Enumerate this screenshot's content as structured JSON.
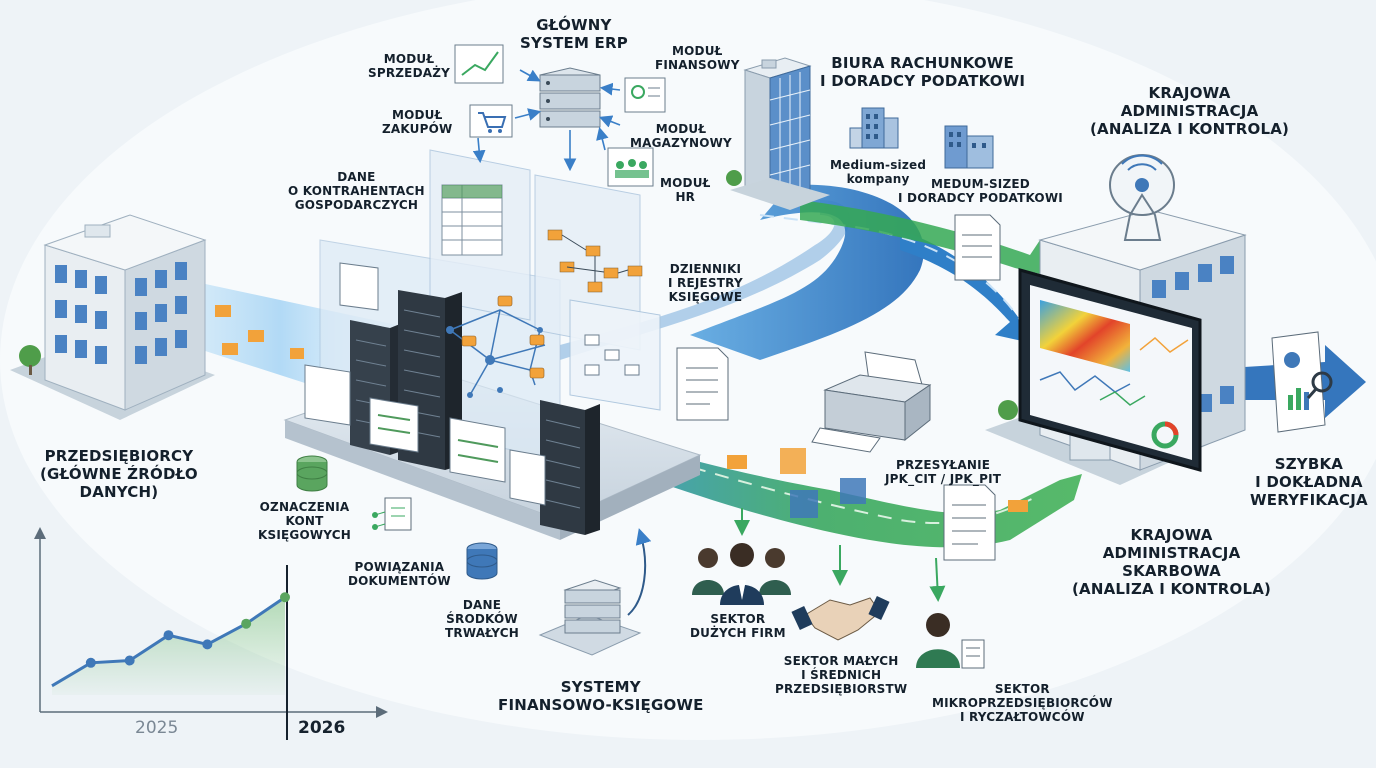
{
  "labels": {
    "erp": [
      "GŁÓWNY",
      "SYSTEM ERP"
    ],
    "sales": [
      "MODUŁ",
      "SPRZEDAŻY"
    ],
    "finance": [
      "MODUŁ",
      "FINANSOWY"
    ],
    "purchases": [
      "MODUŁ",
      "ZAKUPÓW"
    ],
    "warehouse": [
      "MODUŁ",
      "MAGAZYNOWY"
    ],
    "hr": [
      "MODUŁ",
      "HR"
    ],
    "contractors": [
      "DANE",
      "O KONTRAHENTACH",
      "GOSPODARCZYCH"
    ],
    "journals": [
      "DZIENNIKI",
      "I REJESTRY",
      "KSIĘGOWE"
    ],
    "offices": [
      "BIURA RACHUNKOWE",
      "I DORADCY PODATKOWI"
    ],
    "medium_company": [
      "Medium-sized",
      "kompany"
    ],
    "medium_advisors": [
      "MEDUM-SIZED",
      "I DORADCY PODATKOWI"
    ],
    "admin_top": [
      "KRAJOWA",
      "ADMINISTRACJA",
      "(ANALIZA I KONTROLA)"
    ],
    "entrepreneurs": [
      "PRZEDSIĘBIORCY",
      "(GŁÓWNE ŹRÓDŁO",
      "DANYCH)"
    ],
    "account_marks": [
      "OZNACZENIA",
      "KONT",
      "KSIĘGOWYCH"
    ],
    "doc_links": [
      "POWIĄZANIA",
      "DOKUMENTÓW"
    ],
    "fixed_assets": [
      "DANE",
      "ŚRODKÓW",
      "TRWAŁYCH"
    ],
    "fin_systems": [
      "SYSTEMY",
      "FINANSOWO-KSIĘGOWE"
    ],
    "sending": [
      "PRZESYŁANIE",
      "JPK_CIT / JPK_PIT"
    ],
    "verification": [
      "SZYBKA",
      "I DOKŁADNA",
      "WERYFIKACJA"
    ],
    "tax_admin": [
      "KRAJOWA",
      "ADMINISTRACJA",
      "SKARBOWA",
      "(ANALIZA I KONTROLA)"
    ],
    "big_firms": [
      "SEKTOR",
      "DUŻYCH FIRM"
    ],
    "sme": [
      "SEKTOR MAŁYCH",
      "I ŚREDNICH",
      "PRZEDSIĘBIORSTW"
    ],
    "micro": [
      "SEKTOR",
      "MIKROPRZEDSIĘBIORCÓW",
      "I RYCZAŁTOWCÓW"
    ]
  },
  "timeline": {
    "year_from": "2025",
    "year_to": "2026",
    "trend_values": [
      0.08,
      0.28,
      0.3,
      0.52,
      0.44,
      0.62,
      0.85
    ]
  },
  "colors": {
    "flow_blue": "#2f7fc8",
    "flow_green": "#35a853",
    "doc_orange": "#f2a23a",
    "building_blue": "#3f78b8",
    "trend_green": "#5aa55f"
  }
}
